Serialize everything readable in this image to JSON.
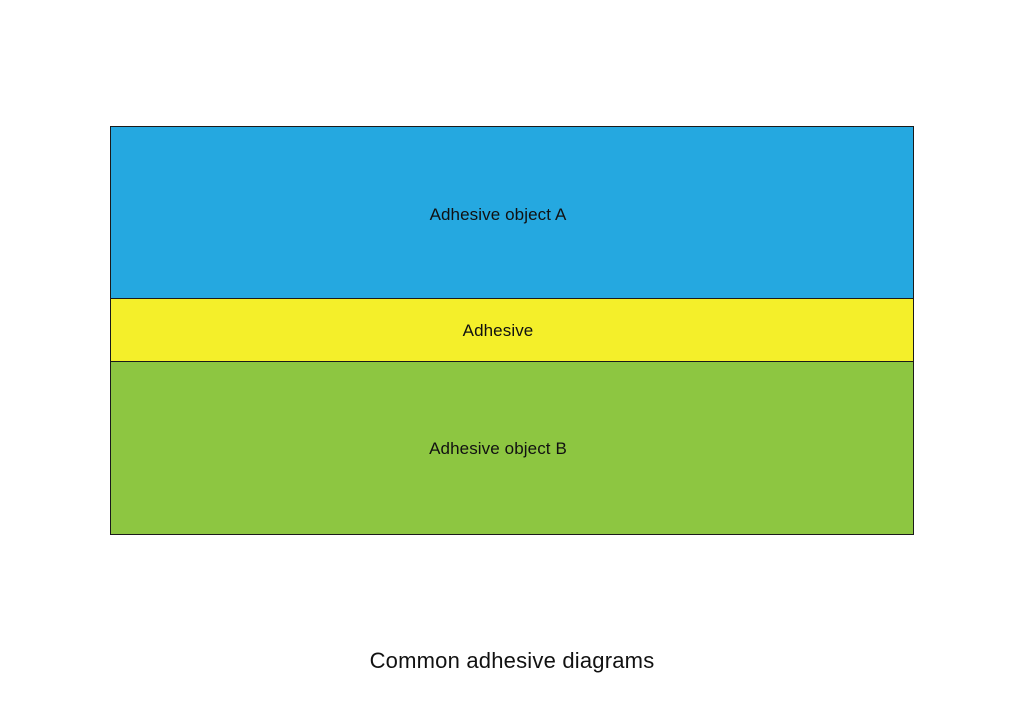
{
  "layers": [
    {
      "label": "Adhesive object A",
      "color": "#25a8e0"
    },
    {
      "label": "Adhesive",
      "color": "#f4ef2a"
    },
    {
      "label": "Adhesive object B",
      "color": "#8dc641"
    }
  ],
  "caption": "Common adhesive diagrams"
}
